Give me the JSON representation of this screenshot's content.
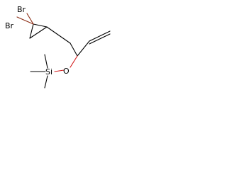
{
  "molecule": {
    "atoms": {
      "br1": {
        "label": "Br",
        "color": "#000000"
      },
      "br2": {
        "label": "Br",
        "color": "#000000"
      },
      "si": {
        "label": "Si",
        "color": "#000000"
      },
      "o": {
        "label": "O",
        "color": "#000000"
      }
    },
    "colors": {
      "bond": "#000000",
      "bromine_bond": "#8b2b12",
      "oxygen_bond": "#d21818"
    }
  }
}
